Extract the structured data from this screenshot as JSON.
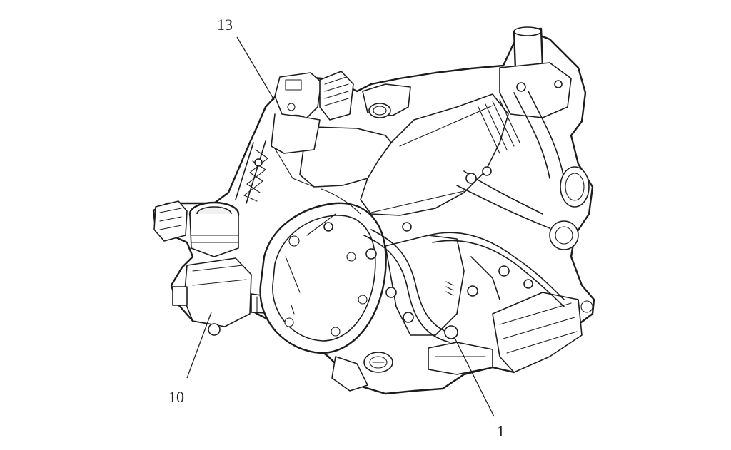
{
  "figure": {
    "callouts": [
      {
        "id": "c13",
        "label": "13"
      },
      {
        "id": "c10",
        "label": "10"
      },
      {
        "id": "c1",
        "label": "1"
      }
    ]
  },
  "colors": {
    "ink": "#1c1c1c",
    "paper": "#ffffff"
  }
}
